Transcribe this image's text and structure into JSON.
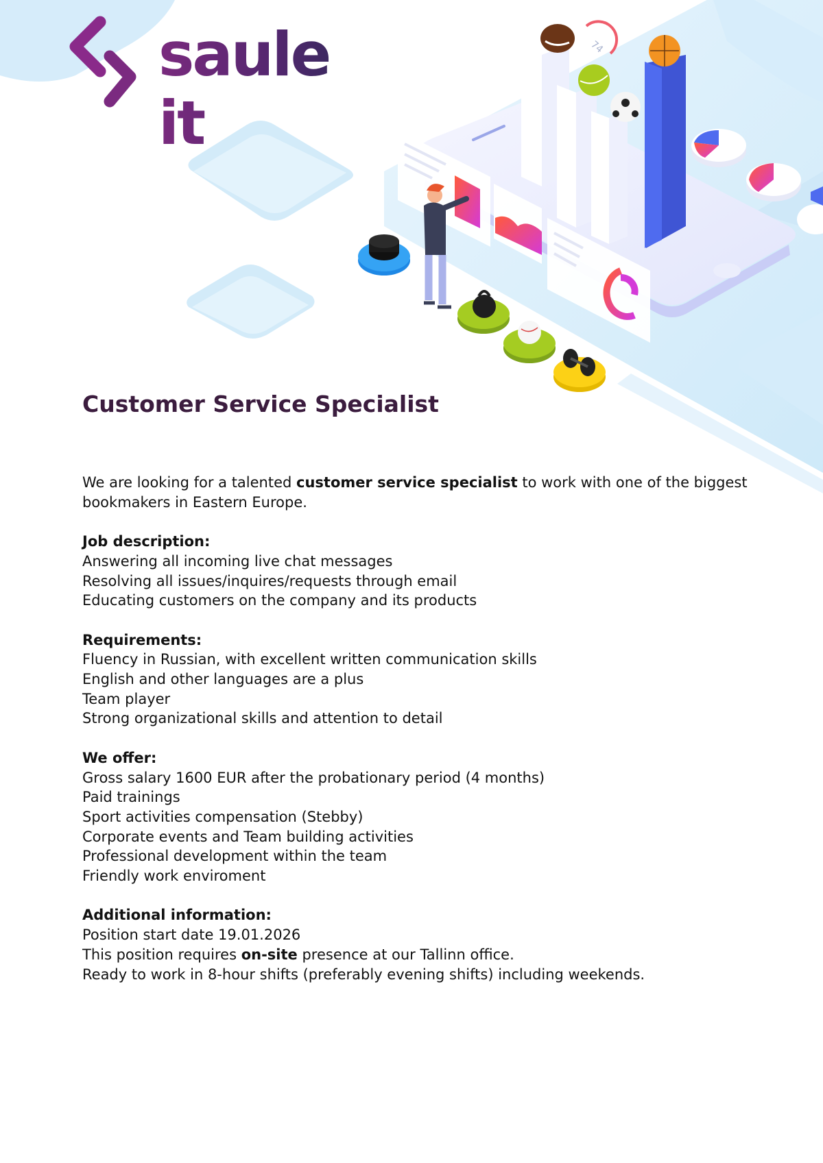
{
  "brand": {
    "logo_text": "saule it",
    "logo_icon": "chevrons-code-icon",
    "colors": {
      "logo_purple": "#8a2a8a",
      "logo_dark": "#2d2a57",
      "title": "#3b1c3e",
      "accent_blue": "#4a63e8",
      "light_blue": "#d2ecfa"
    }
  },
  "hero": {
    "illustration": "isometric-sports-analytics-illustration",
    "elements": [
      "bar-chart-columns",
      "american-football",
      "tennis-ball",
      "soccer-ball",
      "basketball",
      "kettlebell",
      "baseball",
      "dumbbells",
      "hockey-puck",
      "person-pointing",
      "pie-chart-discs",
      "donut-chart-card",
      "area-chart-card"
    ],
    "gauge_number": "74"
  },
  "job": {
    "title": "Customer Service Specialist",
    "intro": {
      "before": "We are looking for a talented ",
      "bold": "customer service specialist",
      "after": " to work with one of the biggest",
      "line2": "bookmakers in Eastern Europe."
    },
    "sections": {
      "job_description": {
        "heading": "Job description:",
        "items": [
          "Answering all incoming live chat messages",
          "Resolving all issues/inquires/requests through email",
          "Educating customers on the company and its products"
        ]
      },
      "requirements": {
        "heading": "Requirements:",
        "items": [
          "Fluency in Russian, with excellent written communication skills",
          "English and other languages are a plus",
          "Team player",
          "Strong organizational skills and attention to detail"
        ]
      },
      "we_offer": {
        "heading": "We offer:",
        "items": [
          "Gross salary 1600 EUR after the probationary period (4 months)",
          "Paid trainings",
          "Sport activities compensation (Stebby)",
          "Corporate events and Team building activities",
          "Professional development within the team",
          "Friendly work enviroment"
        ]
      },
      "additional": {
        "heading": "Additional information:",
        "start_date": "Position start date 19.01.2026",
        "onsite": {
          "before": "This position requires ",
          "bold": "on-site",
          "after": " presence at our Tallinn office."
        },
        "shifts": "Ready to work in 8-hour shifts (preferably evening shifts) including weekends."
      }
    }
  }
}
